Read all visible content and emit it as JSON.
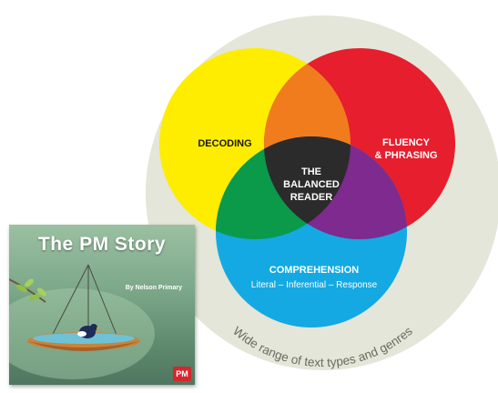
{
  "diagram": {
    "center_label": [
      "THE",
      "BALANCED",
      "READER"
    ],
    "decoding": "DECODING",
    "fluency": [
      "FLUENCY",
      "& PHRASING"
    ],
    "comprehension": "COMPREHENSION",
    "comprehension_sub": "Literal – Inferential – Response",
    "ring_text": "Wide range of text types and genres",
    "colors": {
      "ring": "#e3e6d8",
      "yellow": "#ffed00",
      "red": "#e61e2e",
      "blue": "#14a9e2",
      "orange": "#f07c1e",
      "green": "#0a9a4a",
      "purple": "#7e2a8e",
      "center": "#2b2b2b"
    }
  },
  "book": {
    "title": "The PM Story",
    "author": "By Nelson Primary",
    "logo": "PM"
  }
}
